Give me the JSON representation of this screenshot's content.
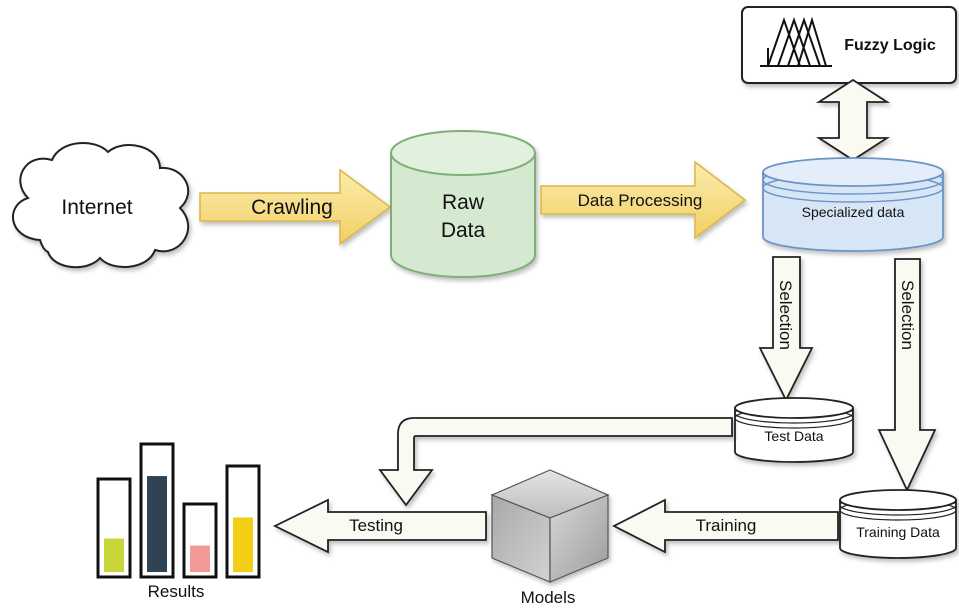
{
  "nodes": {
    "internet": "Internet",
    "raw_data": [
      "Raw",
      "Data"
    ],
    "specialized": "Specialized data",
    "fuzzy_logic": "Fuzzy Logic",
    "test_data": "Test Data",
    "training_data": "Training Data",
    "models": "Models",
    "results": "Results"
  },
  "edges": {
    "crawling": "Crawling",
    "data_processing": "Data Processing",
    "selection_test": "Selection",
    "selection_train": "Selection",
    "training": "Training",
    "testing": "Testing"
  },
  "results_bars": [
    {
      "level": 0.38,
      "color": "#c8d63a"
    },
    {
      "level": 0.78,
      "color": "#2f4355"
    },
    {
      "level": 0.42,
      "color": "#f29b96"
    },
    {
      "level": 0.54,
      "color": "#f2cf14"
    }
  ],
  "colors": {
    "arrow_fill": "#fafaf2",
    "crawl_arrow": "#f7e08a",
    "raw_data_fill": "#d5e8d0",
    "specialized_fill": "#d7e6f7"
  }
}
